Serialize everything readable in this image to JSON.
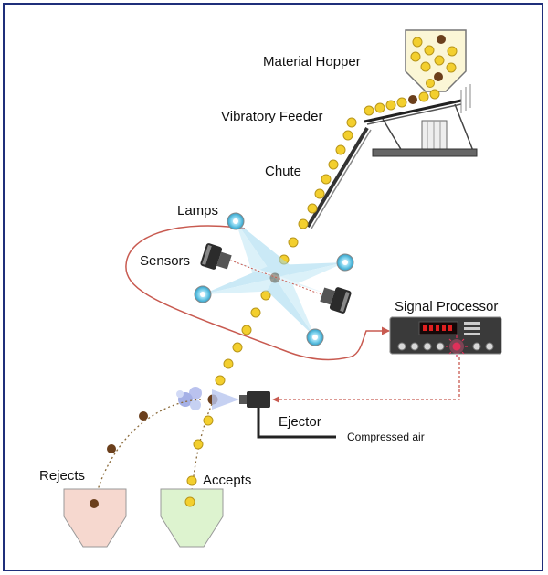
{
  "labels": {
    "material_hopper": "Material Hopper",
    "vibratory_feeder": "Vibratory Feeder",
    "chute": "Chute",
    "lamps": "Lamps",
    "sensors": "Sensors",
    "signal_processor": "Signal Processor",
    "ejector": "Ejector",
    "compressed_air": "Compressed air",
    "rejects": "Rejects",
    "accepts": "Accepts"
  },
  "colors": {
    "frame": "#1f2f7a",
    "good_particle": "#f3cf2e",
    "bad_particle": "#6b3f1c",
    "hopper_fill": "#fbf6d6",
    "rejects_bin": "#f6d8cf",
    "accepts_bin": "#ddf3cf",
    "sensor_loop": "#c85a50",
    "light_beam": "#9fd8ef"
  }
}
